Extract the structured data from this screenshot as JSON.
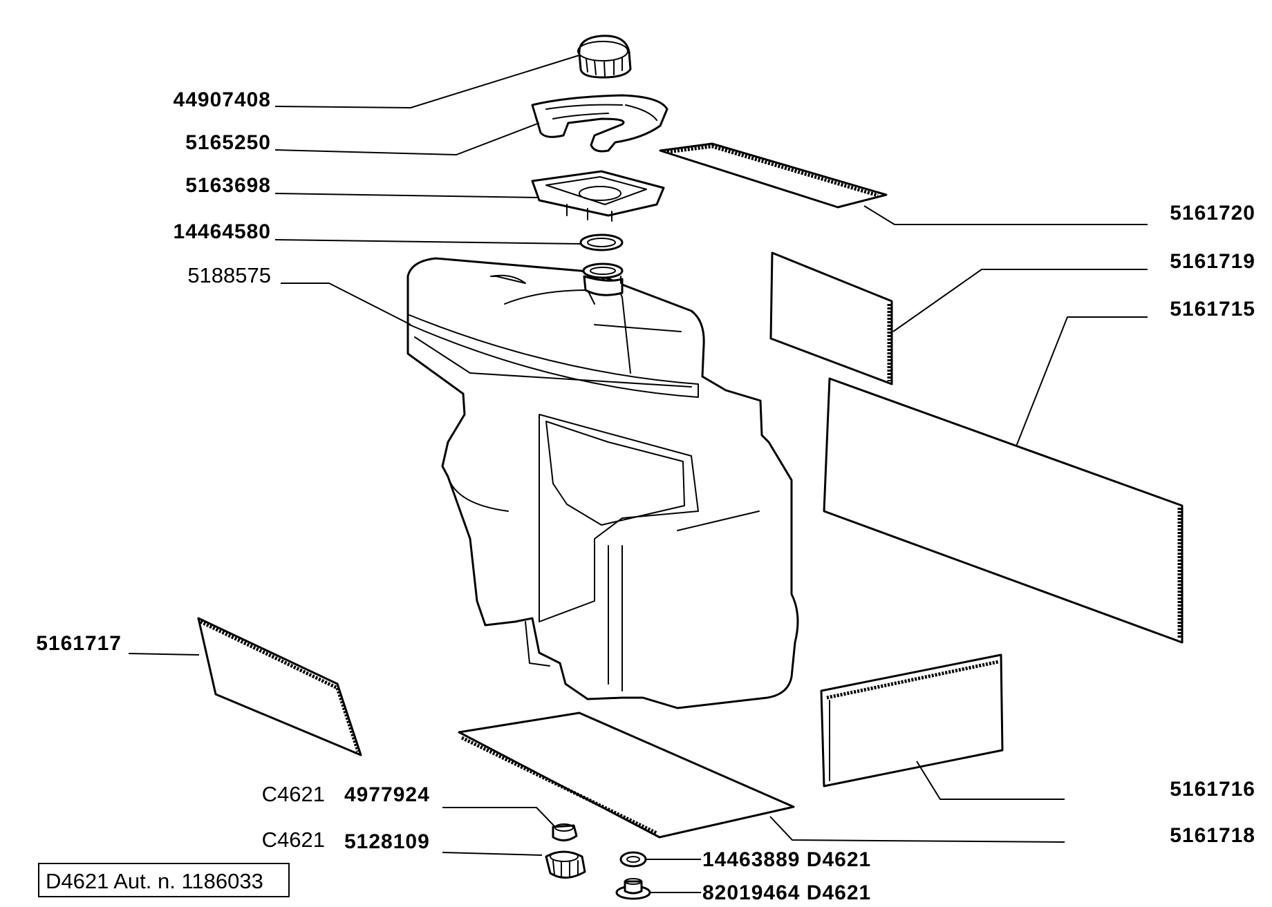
{
  "diagram": {
    "callouts": [
      {
        "id": "cap",
        "part": "44907408"
      },
      {
        "id": "hose",
        "part": "5165250"
      },
      {
        "id": "flange",
        "part": "5163698"
      },
      {
        "id": "seal-ring",
        "part": "14464580"
      },
      {
        "id": "tank",
        "part": "5188575"
      },
      {
        "id": "pad-top",
        "part": "5161720"
      },
      {
        "id": "pad-side-small",
        "part": "5161719"
      },
      {
        "id": "pad-side-large",
        "part": "5161715"
      },
      {
        "id": "pad-left",
        "part": "5161717"
      },
      {
        "id": "pad-front",
        "part": "5161716"
      },
      {
        "id": "pad-bottom",
        "part": "5161718"
      },
      {
        "id": "small-nut",
        "code": "C4621",
        "part": "4977924"
      },
      {
        "id": "knurled-nut",
        "code": "C4621",
        "part": "5128109"
      },
      {
        "id": "washer",
        "part": "14463889 D4621"
      },
      {
        "id": "drain-plug",
        "part": "82019464 D4621"
      }
    ],
    "stamp": "D4621 Aut. n. 1186033"
  }
}
